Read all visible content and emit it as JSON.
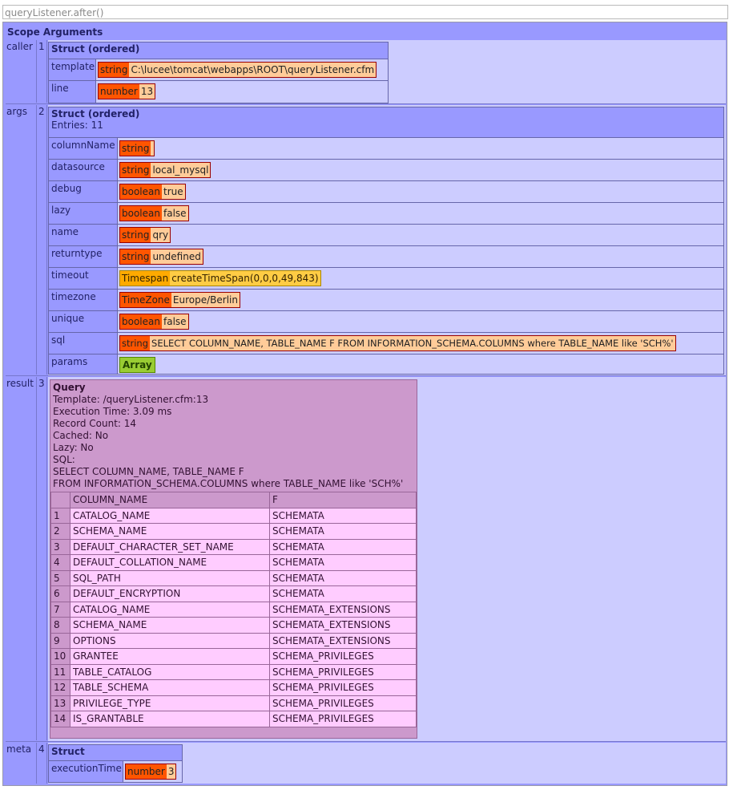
{
  "window_title": "queryListener.after()",
  "scope_header": "Scope Arguments",
  "rows": {
    "caller": {
      "key": "caller",
      "index": "1",
      "struct_title": "Struct (ordered)",
      "entries": [
        {
          "key": "template",
          "type": "string",
          "value": "C:\\lucee\\tomcat\\webapps\\ROOT\\queryListener.cfm"
        },
        {
          "key": "line",
          "type": "number",
          "value": "13"
        }
      ]
    },
    "args": {
      "key": "args",
      "index": "2",
      "struct_title": "Struct (ordered)",
      "entries_label": "Entries: 11",
      "entries": [
        {
          "key": "columnName",
          "type": "string",
          "value": ""
        },
        {
          "key": "datasource",
          "type": "string",
          "value": "local_mysql"
        },
        {
          "key": "debug",
          "type": "boolean",
          "value": "true"
        },
        {
          "key": "lazy",
          "type": "boolean",
          "value": "false"
        },
        {
          "key": "name",
          "type": "string",
          "value": "qry"
        },
        {
          "key": "returntype",
          "type": "string",
          "value": "undefined"
        },
        {
          "key": "timeout",
          "type": "Timespan",
          "value": "createTimeSpan(0,0,0,49,843)"
        },
        {
          "key": "timezone",
          "type": "TimeZone",
          "value": "Europe/Berlin"
        },
        {
          "key": "unique",
          "type": "boolean",
          "value": "false"
        },
        {
          "key": "sql",
          "type": "string",
          "value": "SELECT COLUMN_NAME, TABLE_NAME F FROM INFORMATION_SCHEMA.COLUMNS where TABLE_NAME like 'SCH%'"
        },
        {
          "key": "params",
          "type": "Array",
          "value": ""
        }
      ]
    },
    "result": {
      "key": "result",
      "index": "3",
      "query_title": "Query",
      "info": [
        "Template: /queryListener.cfm:13",
        "Execution Time: 3.09 ms",
        "Record Count: 14",
        "Cached: No",
        "Lazy: No",
        "SQL:",
        "SELECT COLUMN_NAME, TABLE_NAME F",
        "FROM INFORMATION_SCHEMA.COLUMNS where TABLE_NAME like 'SCH%'"
      ],
      "columns": [
        "COLUMN_NAME",
        "F"
      ],
      "records": [
        [
          "1",
          "CATALOG_NAME",
          "SCHEMATA"
        ],
        [
          "2",
          "SCHEMA_NAME",
          "SCHEMATA"
        ],
        [
          "3",
          "DEFAULT_CHARACTER_SET_NAME",
          "SCHEMATA"
        ],
        [
          "4",
          "DEFAULT_COLLATION_NAME",
          "SCHEMATA"
        ],
        [
          "5",
          "SQL_PATH",
          "SCHEMATA"
        ],
        [
          "6",
          "DEFAULT_ENCRYPTION",
          "SCHEMATA"
        ],
        [
          "7",
          "CATALOG_NAME",
          "SCHEMATA_EXTENSIONS"
        ],
        [
          "8",
          "SCHEMA_NAME",
          "SCHEMATA_EXTENSIONS"
        ],
        [
          "9",
          "OPTIONS",
          "SCHEMATA_EXTENSIONS"
        ],
        [
          "10",
          "GRANTEE",
          "SCHEMA_PRIVILEGES"
        ],
        [
          "11",
          "TABLE_CATALOG",
          "SCHEMA_PRIVILEGES"
        ],
        [
          "12",
          "TABLE_SCHEMA",
          "SCHEMA_PRIVILEGES"
        ],
        [
          "13",
          "PRIVILEGE_TYPE",
          "SCHEMA_PRIVILEGES"
        ],
        [
          "14",
          "IS_GRANTABLE",
          "SCHEMA_PRIVILEGES"
        ]
      ]
    },
    "meta": {
      "key": "meta",
      "index": "4",
      "struct_title": "Struct",
      "entries": [
        {
          "key": "executionTime",
          "type": "number",
          "value": "3"
        }
      ]
    }
  },
  "colors": {
    "scope_bg": "#9999ff",
    "value_bg": "#ccccff",
    "type_chip": "#ff5500",
    "value_chip": "#ffcc99",
    "timespan_chip": "#ffaa00",
    "array_chip": "#99cc33",
    "query_bg": "#cc99cc",
    "query_row_bg": "#ffccff"
  }
}
